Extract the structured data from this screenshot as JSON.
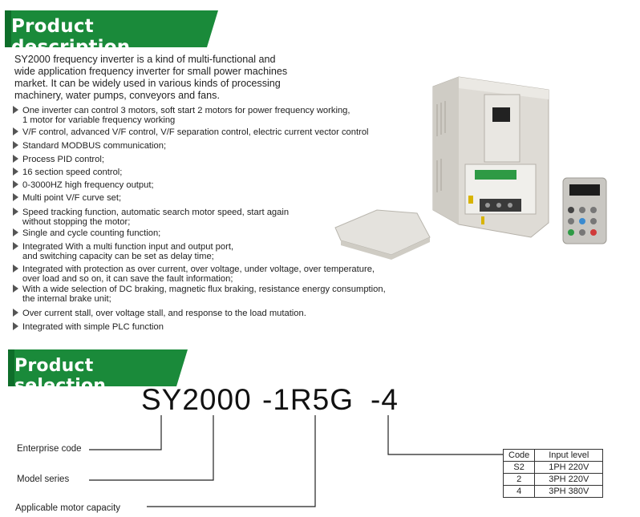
{
  "section1": {
    "title": "Product description"
  },
  "intro": [
    "SY2000 frequency inverter is a kind of multi-functional and",
    "wide application frequency inverter for small power machines",
    " market. It can be widely used in various kinds of processing",
    " machinery, water pumps, conveyors and fans."
  ],
  "features": [
    {
      "line1": "One inverter can control 3 motors, soft start 2 motors for power frequency working,",
      "line2": "1 motor for variable frequency working"
    },
    {
      "line1": "V/F control, advanced V/F control, V/F separation control, electric current vector control"
    },
    {
      "line1": "Standard MODBUS communication;"
    },
    {
      "line1": "Process PID control;"
    },
    {
      "line1": "16 section speed control;"
    },
    {
      "line1": "0-3000HZ high frequency output;"
    },
    {
      "line1": "Multi point V/F curve set;"
    },
    {
      "line1": "Speed tracking function, automatic search motor speed, start again",
      "line2": "without stopping the motor;"
    },
    {
      "line1": "Single and cycle counting function;"
    },
    {
      "line1": "Integrated With a multi function input and output port,",
      "line2": "and switching capacity can be set as delay time;"
    },
    {
      "line1": "Integrated with protection as over current, over voltage, under voltage, over temperature,",
      "line2": "over load and so on, it can save the fault information;"
    },
    {
      "line1": "With a wide selection of DC braking, magnetic flux braking, resistance energy consumption,",
      "line2": "the internal brake unit;"
    },
    {
      "line1": "Over current stall, over voltage stall, and response to the load mutation."
    },
    {
      "line1": "Integrated with simple PLC function"
    }
  ],
  "section2": {
    "title": "Product selection"
  },
  "model": {
    "series": "SY2000",
    "capacity": "-1R5G",
    "voltage": "-4"
  },
  "labels": {
    "enterprise": "Enterprise code",
    "series": "Model series",
    "capacity": "Applicable motor capacity"
  },
  "code_table": {
    "headers": [
      "Code",
      "Input level"
    ],
    "rows": [
      [
        "S2",
        "1PH 220V"
      ],
      [
        "2",
        "3PH 220V"
      ],
      [
        "4",
        "3PH 380V"
      ]
    ]
  }
}
